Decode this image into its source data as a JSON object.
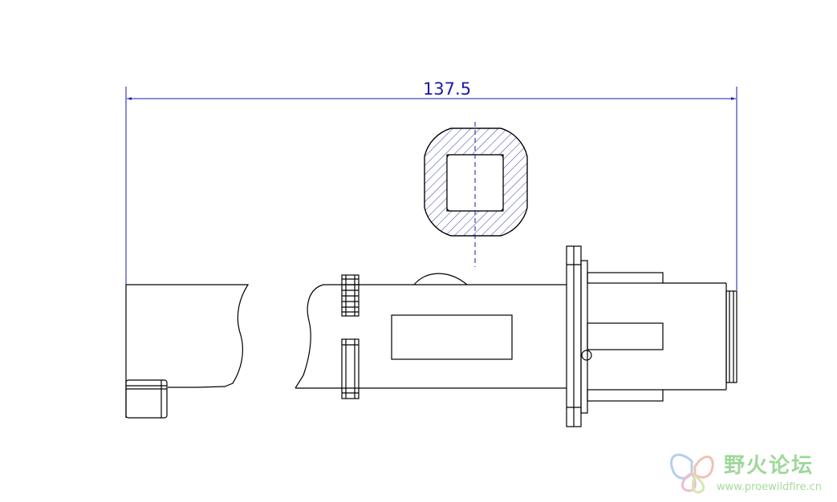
{
  "drawing": {
    "dimension_value": "137.5"
  },
  "watermark": {
    "title": "野火论坛",
    "url": "www.proewildfire.cn"
  },
  "colors": {
    "line": "#000000",
    "dimension": "#1a1aa8",
    "watermark": "#8fd18a"
  }
}
